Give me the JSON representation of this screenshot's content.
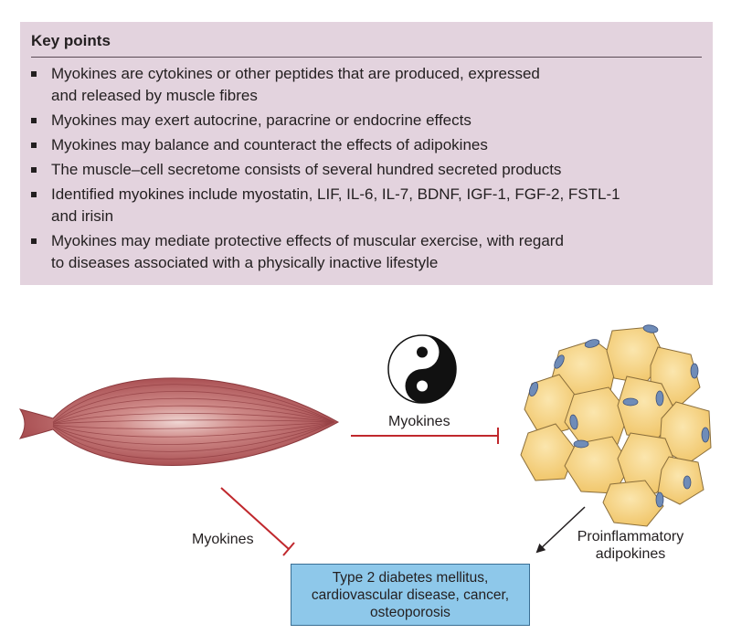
{
  "key_points": {
    "title": "Key points",
    "items": [
      {
        "line1": "Myokines are cytokines or other peptides that are produced, expressed",
        "line2": "and released by muscle fibres"
      },
      {
        "line1": "Myokines may exert autocrine, paracrine or endocrine effects",
        "line2": ""
      },
      {
        "line1": "Myokines may balance and counteract the effects of adipokines",
        "line2": ""
      },
      {
        "line1": "The muscle–cell secretome consists of several hundred secreted products",
        "line2": ""
      },
      {
        "line1": "Identified myokines include myostatin, LIF, IL-6, IL-7, BDNF, IGF-1, FGF-2, FSTL-1",
        "line2": "and irisin"
      },
      {
        "line1": "Myokines may mediate protective effects of muscular exercise, with regard",
        "line2": "to diseases associated with a physically inactive lifestyle"
      }
    ]
  },
  "diagram": {
    "label_myokines_top": "Myokines",
    "label_myokines_left": "Myokines",
    "label_adipokines_1": "Proinflammatory",
    "label_adipokines_2": "adipokines",
    "outcome_line1": "Type 2 diabetes mellitus,",
    "outcome_line2": "cardiovascular disease, cancer,",
    "outcome_line3": "osteoporosis"
  },
  "colors": {
    "key_box": "#e3d3de",
    "muscle": "#b65a5d",
    "inhibit_line": "#c0282d",
    "fat_cell": "#f5d27e",
    "nucleus": "#6f8cb8",
    "outcome_box": "#8ec8ea"
  }
}
